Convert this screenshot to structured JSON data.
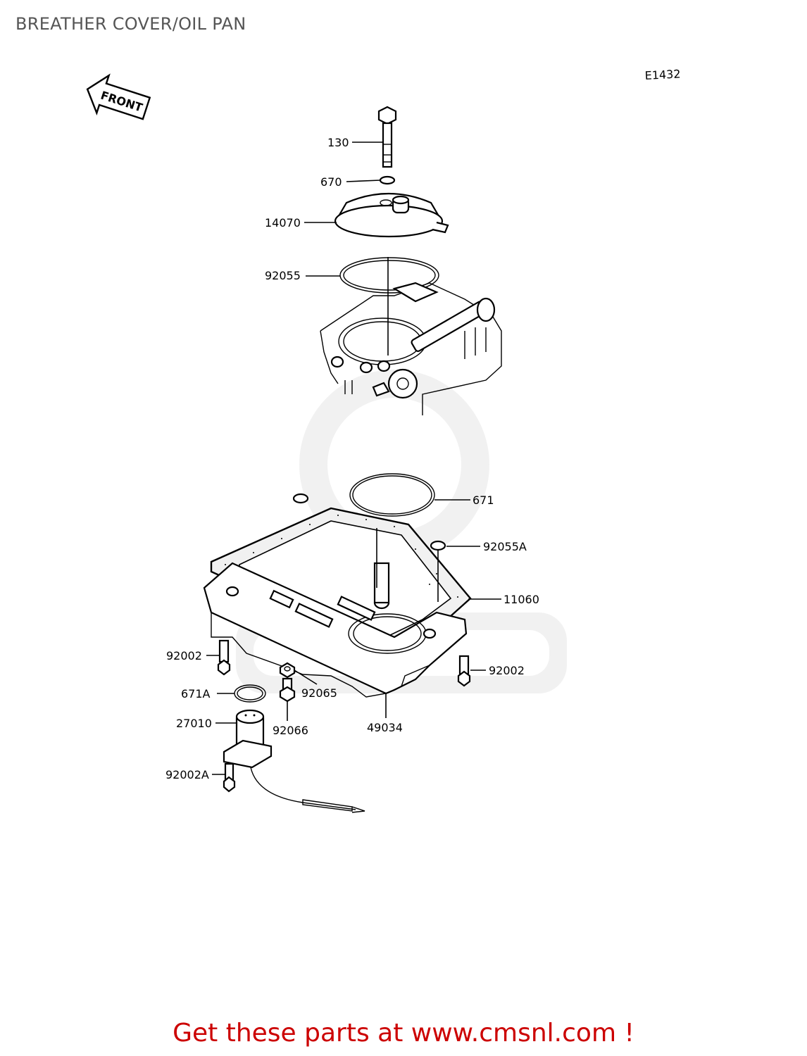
{
  "page": {
    "title": "BREATHER COVER/OIL PAN",
    "diagram_code": "E1432",
    "front_arrow": "FRONT",
    "footer": "Get these parts at www.cmsnl.com !"
  },
  "callouts": [
    {
      "id": "130",
      "label": "130"
    },
    {
      "id": "670",
      "label": "670"
    },
    {
      "id": "14070",
      "label": "14070"
    },
    {
      "id": "92055",
      "label": "92055"
    },
    {
      "id": "671",
      "label": "671"
    },
    {
      "id": "92055A",
      "label": "92055A"
    },
    {
      "id": "11060",
      "label": "11060"
    },
    {
      "id": "92002-left",
      "label": "92002"
    },
    {
      "id": "92002-right",
      "label": "92002"
    },
    {
      "id": "92065",
      "label": "92065"
    },
    {
      "id": "671A",
      "label": "671A"
    },
    {
      "id": "27010",
      "label": "27010"
    },
    {
      "id": "92066",
      "label": "92066"
    },
    {
      "id": "49034",
      "label": "49034"
    },
    {
      "id": "92002A",
      "label": "92002A"
    }
  ]
}
